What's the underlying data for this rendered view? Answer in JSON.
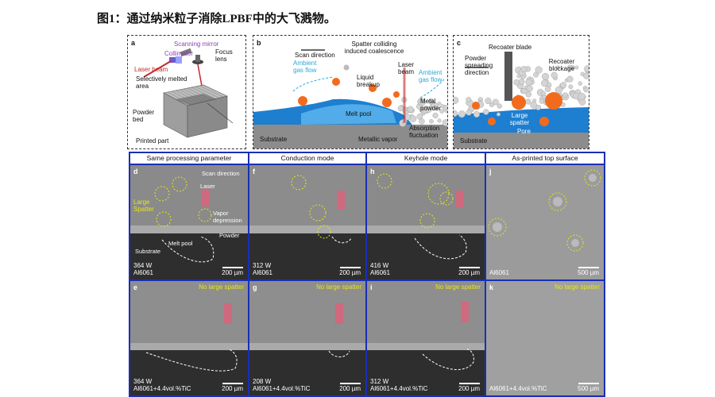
{
  "caption": "图1：通过纳米粒子消除LPBF中的大飞溅物。",
  "panel_a": {
    "letter": "a",
    "labels": {
      "scanning_mirror": "Scanning mirror",
      "focus_lens": "Focus lens",
      "collimator": "Collimator",
      "laser_beam": "Laser beam",
      "selectively_melted": "Selectively melted area",
      "powder_bed": "Powder bed",
      "printed_part": "Printed part"
    }
  },
  "panel_b": {
    "letter": "b",
    "labels": {
      "scan_direction": "Scan direction",
      "spatter_colliding": "Spatter colliding induced coalescence",
      "ambient_gas_left": "Ambient gas flow",
      "laser_beam": "Laser beam",
      "ambient_gas_right": "Ambient gas flow",
      "liquid_breakup": "Liquid breakup",
      "metal_powder": "Metal powder",
      "melt_pool": "Melt pool",
      "absorption": "Absorption fluctuation",
      "metallic_vapor": "Metallic vapor",
      "substrate": "Substrate"
    }
  },
  "panel_c": {
    "letter": "c",
    "labels": {
      "recoater_blade": "Recoater blade",
      "powder_spreading": "Powder spreading direction",
      "recoater_blockage": "Recoater blockage",
      "large_spatter": "Large spatter",
      "pore": "Pore",
      "substrate": "Substrate"
    }
  },
  "columns": [
    {
      "header": "Same processing parameter"
    },
    {
      "header": "Conduction mode"
    },
    {
      "header": "Keyhole mode"
    },
    {
      "header": "As-printed top surface"
    }
  ],
  "panels": {
    "d": {
      "letter": "d",
      "power": "364 W",
      "material": "Al6061",
      "scale": "200 µm",
      "scan_direction": "Scan direction",
      "laser": "Laser",
      "large_spatter": "Large Spatter",
      "vapor": "Vapor depression",
      "powder": "Powder",
      "melt_pool": "Melt pool",
      "substrate": "Substrate"
    },
    "e": {
      "letter": "e",
      "power": "364 W",
      "material": "Al6061+4.4vol.%TiC",
      "scale": "200 µm",
      "note": "No large spatter"
    },
    "f": {
      "letter": "f",
      "power": "312 W",
      "material": "Al6061",
      "scale": "200 µm"
    },
    "g": {
      "letter": "g",
      "power": "208 W",
      "material": "Al6061+4.4vol.%TiC",
      "scale": "200 µm",
      "note": "No large spatter"
    },
    "h": {
      "letter": "h",
      "power": "416 W",
      "material": "Al6061",
      "scale": "200 µm"
    },
    "i": {
      "letter": "i",
      "power": "312 W",
      "material": "Al6061+4.4vol.%TiC",
      "scale": "200 µm",
      "note": "No large spatter"
    },
    "j": {
      "letter": "j",
      "material": "Al6061",
      "scale": "500 µm"
    },
    "k": {
      "letter": "k",
      "material": "Al6061+4.4vol.%TiC",
      "scale": "500 µm",
      "note": "No large spatter"
    }
  }
}
